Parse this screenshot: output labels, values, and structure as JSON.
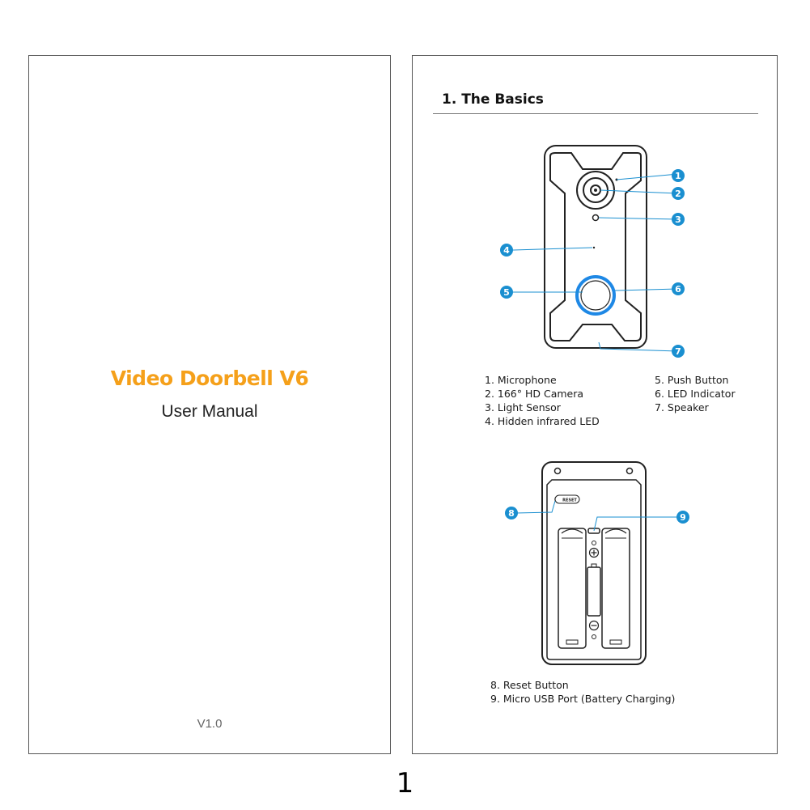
{
  "cover": {
    "title": "Video Doorbell V6",
    "subtitle": "User Manual",
    "version": "V1.0"
  },
  "basics": {
    "section_title": "1. The Basics",
    "front_callouts": [
      "1",
      "2",
      "3",
      "4",
      "5",
      "6",
      "7"
    ],
    "back_callouts": [
      "8",
      "9"
    ],
    "reset_label": "RESET",
    "legend_left": [
      "1. Microphone",
      "2. 166° HD Camera",
      "3. Light Sensor",
      "4. Hidden infrared LED"
    ],
    "legend_right": [
      "5. Push Button",
      "6. LED Indicator",
      "7. Speaker"
    ],
    "legend_back": [
      "8. Reset Button",
      "9. Micro USB Port (Battery Charging)"
    ]
  },
  "footer": {
    "page_number": "1"
  },
  "colors": {
    "accent": "#f5a01a",
    "callout": "#1a8fd0",
    "ring": "#1e88e5",
    "outline": "#222222"
  }
}
